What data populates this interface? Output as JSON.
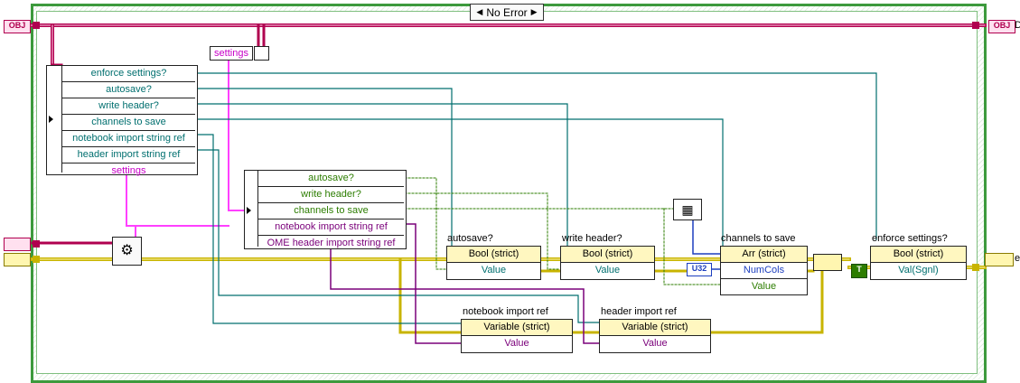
{
  "case_selector": {
    "value": "No Error",
    "left_arrow": "◀",
    "right_arrow": "▶"
  },
  "terminals": {
    "obj_in": "OBJ",
    "obj_out": "OBJ",
    "obj_out_suffix": "D",
    "error_out_suffix": "e",
    "true_const": "T",
    "u32_const": "U32"
  },
  "settings_label": "settings",
  "unbundle_left": {
    "rows": [
      "enforce settings?",
      "autosave?",
      "write header?",
      "channels to save",
      "notebook import string ref",
      "header import string ref",
      "settings"
    ]
  },
  "unbundle_mid": {
    "rows": [
      "autosave?",
      "write header?",
      "channels to save",
      "notebook import string ref",
      "OME header import string ref"
    ]
  },
  "nodes": {
    "autosave": {
      "title": "autosave?",
      "method": "Bool (strict)",
      "field": "Value"
    },
    "write_header": {
      "title": "write header?",
      "method": "Bool (strict)",
      "field": "Value"
    },
    "channels": {
      "title": "channels to save",
      "method": "Arr (strict)",
      "field1": "NumCols",
      "field2": "Value"
    },
    "enforce": {
      "title": "enforce settings?",
      "method": "Bool (strict)",
      "field": "Val(Sgnl)"
    },
    "notebook_ref": {
      "title": "notebook import ref",
      "method": "Variable (strict)",
      "field": "Value"
    },
    "header_ref": {
      "title": "header import ref",
      "method": "Variable (strict)",
      "field": "Value"
    }
  },
  "colors": {
    "frame": "#3d9a3d",
    "class_wire": "#b0004f",
    "error_wire": "#c8b400",
    "teal_wire": "#006f6f",
    "green_wire": "#2c7d00",
    "purple_wire": "#7a007a",
    "pink_wire": "#ff40ff",
    "blue_wire": "#1d3fbf"
  }
}
